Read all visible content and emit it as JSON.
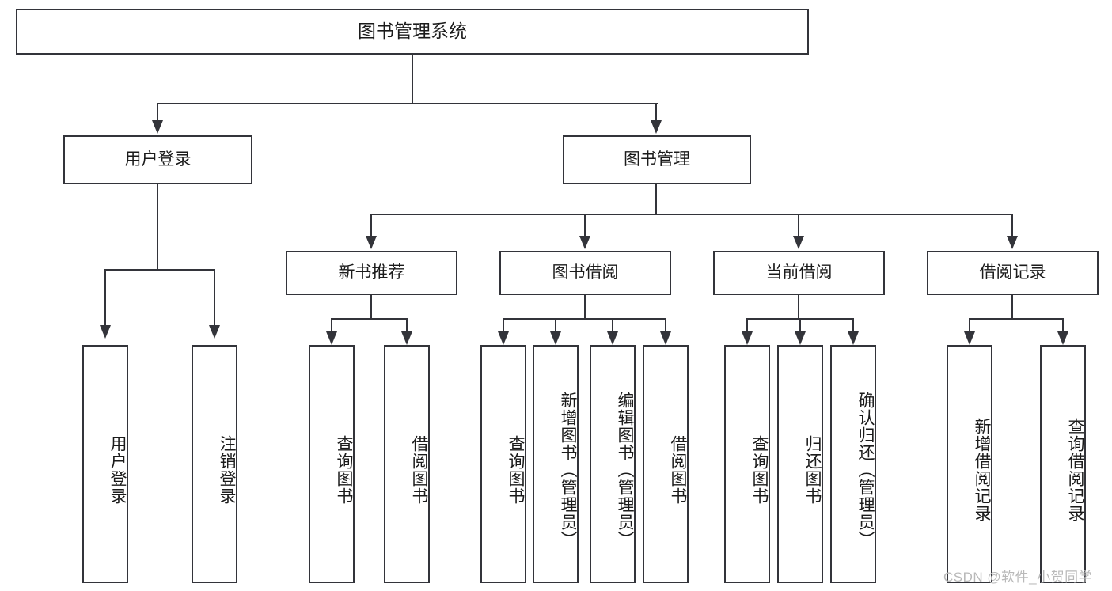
{
  "diagram": {
    "title": "图书管理系统",
    "root": {
      "label": "图书管理系统"
    },
    "level2": [
      {
        "label": "用户登录"
      },
      {
        "label": "图书管理"
      }
    ],
    "level3": [
      {
        "label": "新书推荐"
      },
      {
        "label": "图书借阅"
      },
      {
        "label": "当前借阅"
      },
      {
        "label": "借阅记录"
      }
    ],
    "leaves": {
      "user_login": [
        {
          "label": "用户登录"
        },
        {
          "label": "注销登录"
        }
      ],
      "new_book_recommend": [
        {
          "label": "查询图书"
        },
        {
          "label": "借阅图书"
        }
      ],
      "book_borrow": [
        {
          "label": "查询图书"
        },
        {
          "label": "新增图书（管理员）"
        },
        {
          "label": "编辑图书（管理员）"
        },
        {
          "label": "借阅图书"
        }
      ],
      "current_borrow": [
        {
          "label": "查询图书"
        },
        {
          "label": "归还图书"
        },
        {
          "label": "确认归还（管理员）"
        }
      ],
      "borrow_record": [
        {
          "label": "新增借阅记录"
        },
        {
          "label": "查询借阅记录"
        }
      ]
    }
  },
  "watermark": {
    "text": "CSDN @软件_小贺同学"
  },
  "colors": {
    "stroke": "#33343a",
    "text": "#1b1b1b",
    "background": "#ffffff",
    "watermark": "#b9b9b9"
  }
}
